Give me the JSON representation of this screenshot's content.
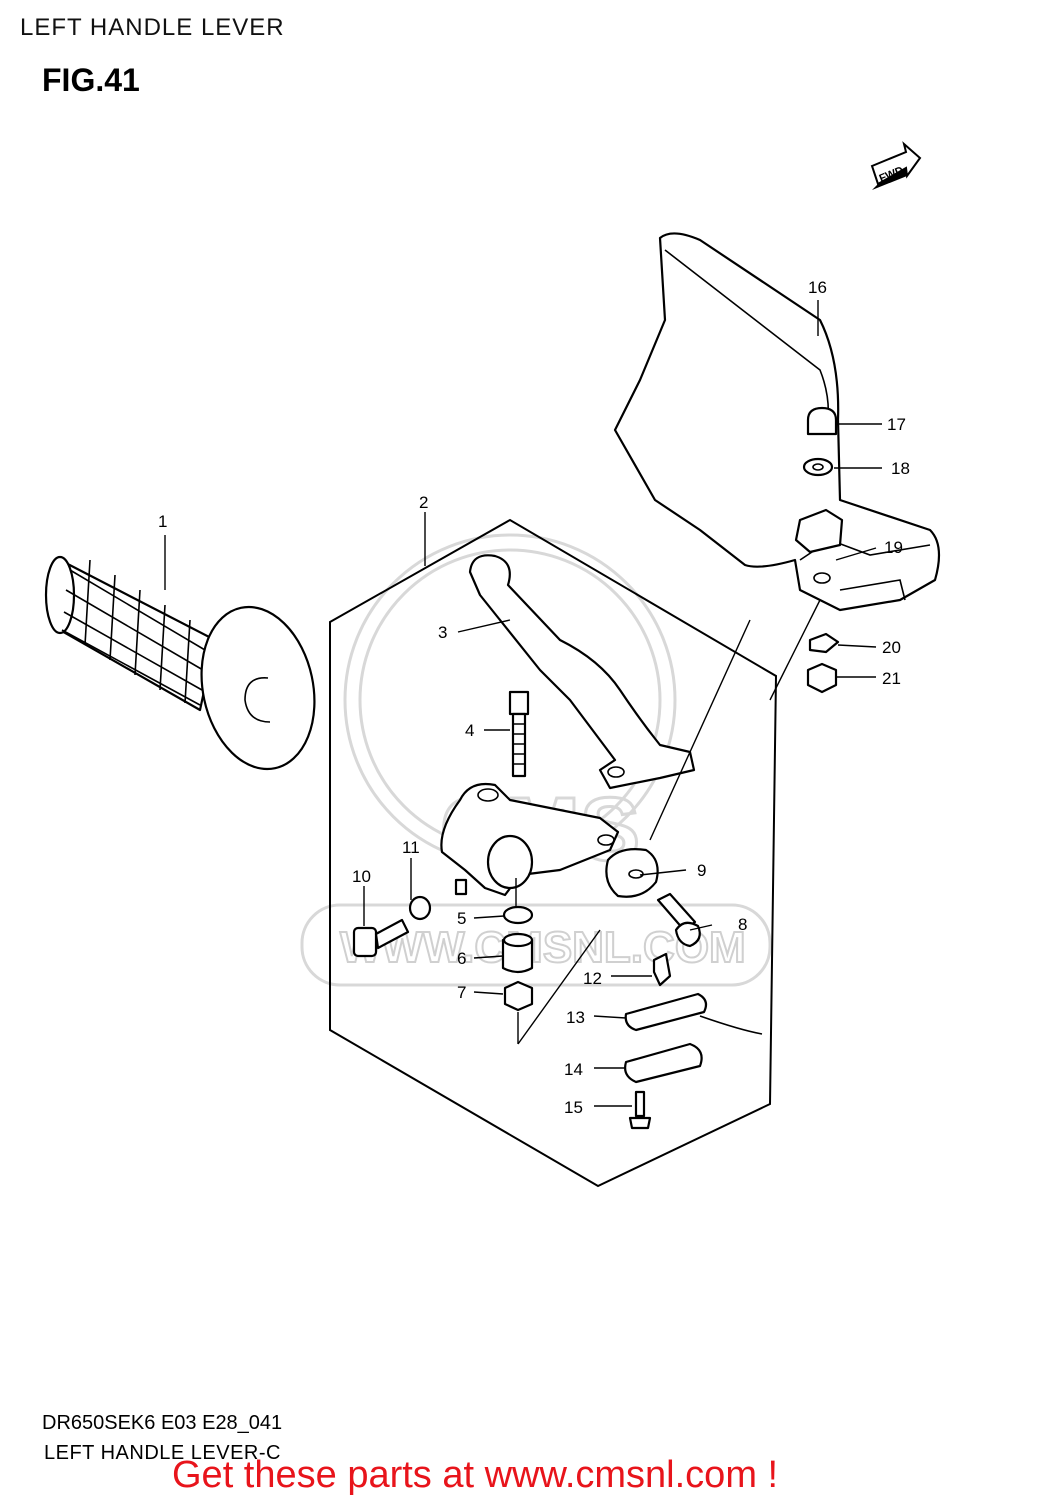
{
  "header": {
    "title": "LEFT HANDLE LEVER",
    "figure": "FIG.41"
  },
  "direction_badge": "FWD",
  "watermark": {
    "brand": "CMS",
    "url": "WWW.CMSNL.COM"
  },
  "callouts": [
    "1",
    "2",
    "3",
    "4",
    "5",
    "6",
    "7",
    "8",
    "9",
    "10",
    "11",
    "12",
    "13",
    "14",
    "15",
    "16",
    "17",
    "18",
    "19",
    "20",
    "21"
  ],
  "footer": {
    "code": "DR650SEK6 E03 E28_041",
    "caption": "LEFT HANDLE LEVER-C",
    "promo": "Get these parts at www.cmsnl.com !"
  }
}
